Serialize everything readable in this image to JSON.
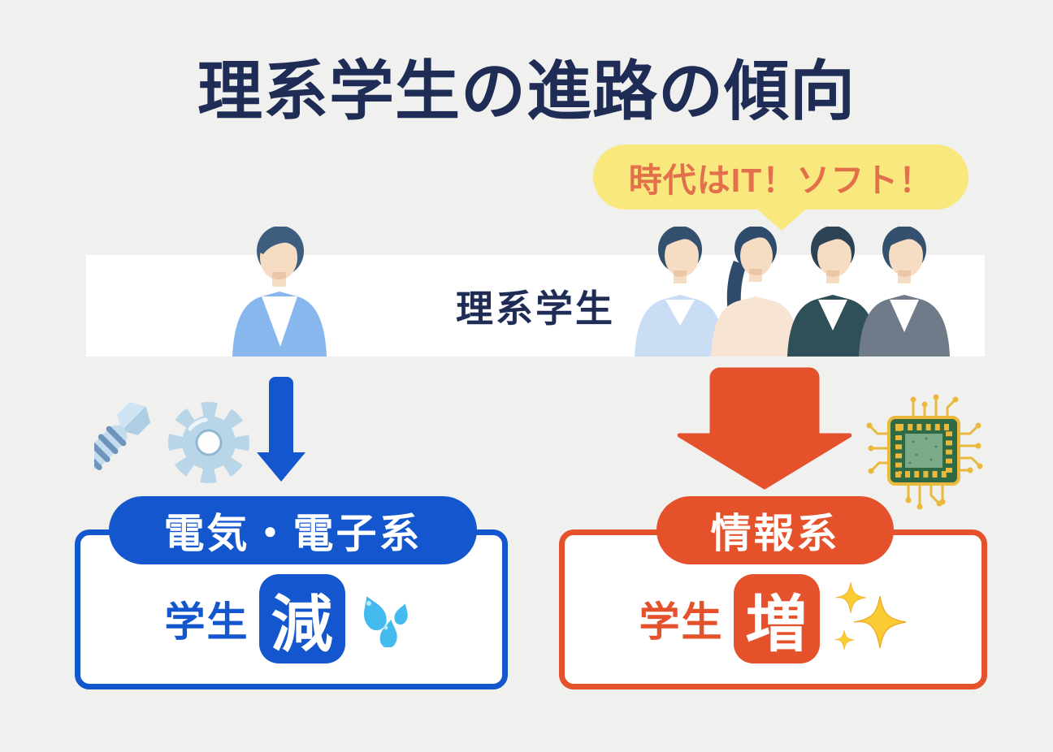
{
  "title": {
    "text": "理系学生の進路の傾向"
  },
  "bubble": {
    "text": "時代はIT！ソフト！"
  },
  "band": {
    "label": "理系学生"
  },
  "left": {
    "category": "電気・電子系",
    "student_label": "学生",
    "change": "減",
    "icons": [
      "bolt-icon",
      "gear-icon",
      "down-arrow-blue",
      "water-drops-icon"
    ]
  },
  "right": {
    "category": "情報系",
    "student_label": "学生",
    "change": "増",
    "icons": [
      "chip-icon",
      "down-arrow-orange",
      "sparkles-icon"
    ]
  },
  "colors": {
    "background": "#F0F0EE",
    "navy": "#1E2C56",
    "blue": "#1356CD",
    "orange": "#E4512B",
    "bubble_yellow": "#F9E87D",
    "bubble_text": "#E2704B",
    "band_white": "#FFFFFF",
    "icon_light_blue": "#B9D5E8",
    "chip_green": "#2E6B45",
    "chip_gold": "#E9B83D",
    "drop_blue": "#44BBEE",
    "sparkle_gold": "#FBCB33"
  }
}
